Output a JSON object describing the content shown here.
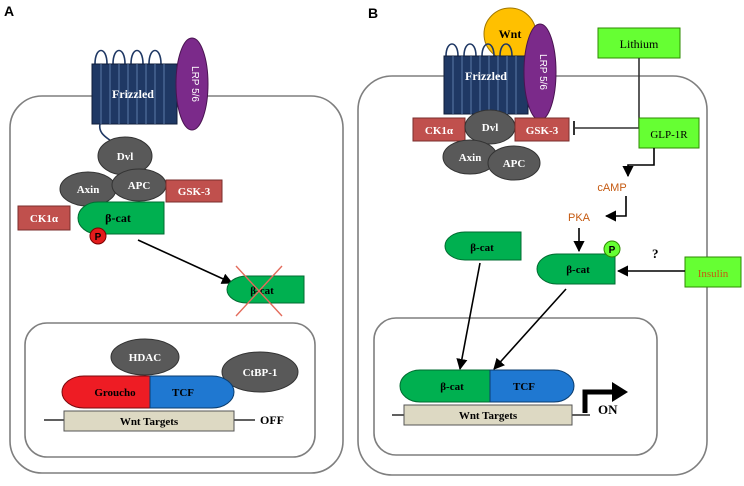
{
  "panel_a": {
    "label": "A",
    "receptor": "Frizzled",
    "coreceptor": "LRP 5/6",
    "dvl": "Dvl",
    "axin": "Axin",
    "apc": "APC",
    "gsk3": "GSK-3",
    "ck1": "CK1α",
    "bcat": "β-cat",
    "phospho": "P",
    "bcat_degraded": "β-cat",
    "hdac": "HDAC",
    "ctbp": "CtBP-1",
    "groucho": "Groucho",
    "tcf": "TCF",
    "targets": "Wnt Targets",
    "state": "OFF"
  },
  "panel_b": {
    "label": "B",
    "ligand": "Wnt",
    "receptor": "Frizzled",
    "coreceptor": "LRP 5/6",
    "ck1": "CK1α",
    "dvl": "Dvl",
    "gsk3": "GSK-3",
    "axin": "Axin",
    "apc": "APC",
    "lithium": "Lithium",
    "glp1r": "GLP-1R",
    "camp": "cAMP",
    "pka": "PKA",
    "bcat_free": "β-cat",
    "bcat_phos": "β-cat",
    "phospho": "P",
    "question": "?",
    "insulin": "Insulin",
    "bcat_nuc": "β-cat",
    "tcf": "TCF",
    "targets": "Wnt Targets",
    "state": "ON"
  },
  "colors": {
    "membrane": "#7f7f7f",
    "frizzled": "#1f3864",
    "lrp": "#7b2a8a",
    "gray_protein": "#595959",
    "kinase_box": "#c0504d",
    "bcat": "#00b050",
    "phospho": "#e31b1b",
    "groucho": "#ee1c24",
    "tcf": "#1f78d1",
    "targets_box": "#ddd9c3",
    "green_box": "#66ff33",
    "wnt": "#ffc000",
    "orange_text": "#c55a11",
    "cross": "#e36c5c"
  }
}
